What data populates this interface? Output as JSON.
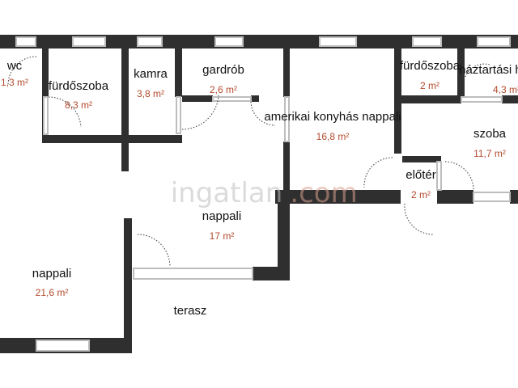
{
  "watermark": {
    "text_a": "ingatlan",
    "text_b": ".com"
  },
  "rooms": [
    {
      "name": "wc",
      "area": "1,3 m²"
    },
    {
      "name": "fürdőszoba",
      "area": "8,3 m²"
    },
    {
      "name": "kamra",
      "area": "3,8 m²"
    },
    {
      "name": "gardrób",
      "area": "2,6 m²"
    },
    {
      "name": "amerikai konyhás nappali",
      "area": "16,8 m²"
    },
    {
      "name": "fürdőszoba",
      "area": "2 m²"
    },
    {
      "name": "háztartási h",
      "area": "4,3 m²"
    },
    {
      "name": "szoba",
      "area": "11,7 m²"
    },
    {
      "name": "előtér",
      "area": "2 m²"
    },
    {
      "name": "nappali",
      "area": "17 m²"
    },
    {
      "name": "nappali",
      "area": "21,6 m²"
    },
    {
      "name": "terasz",
      "area": ""
    }
  ],
  "colors": {
    "wall": "#2f2f2f",
    "area_text": "#b24a2c",
    "window": "#bdbdbd"
  }
}
